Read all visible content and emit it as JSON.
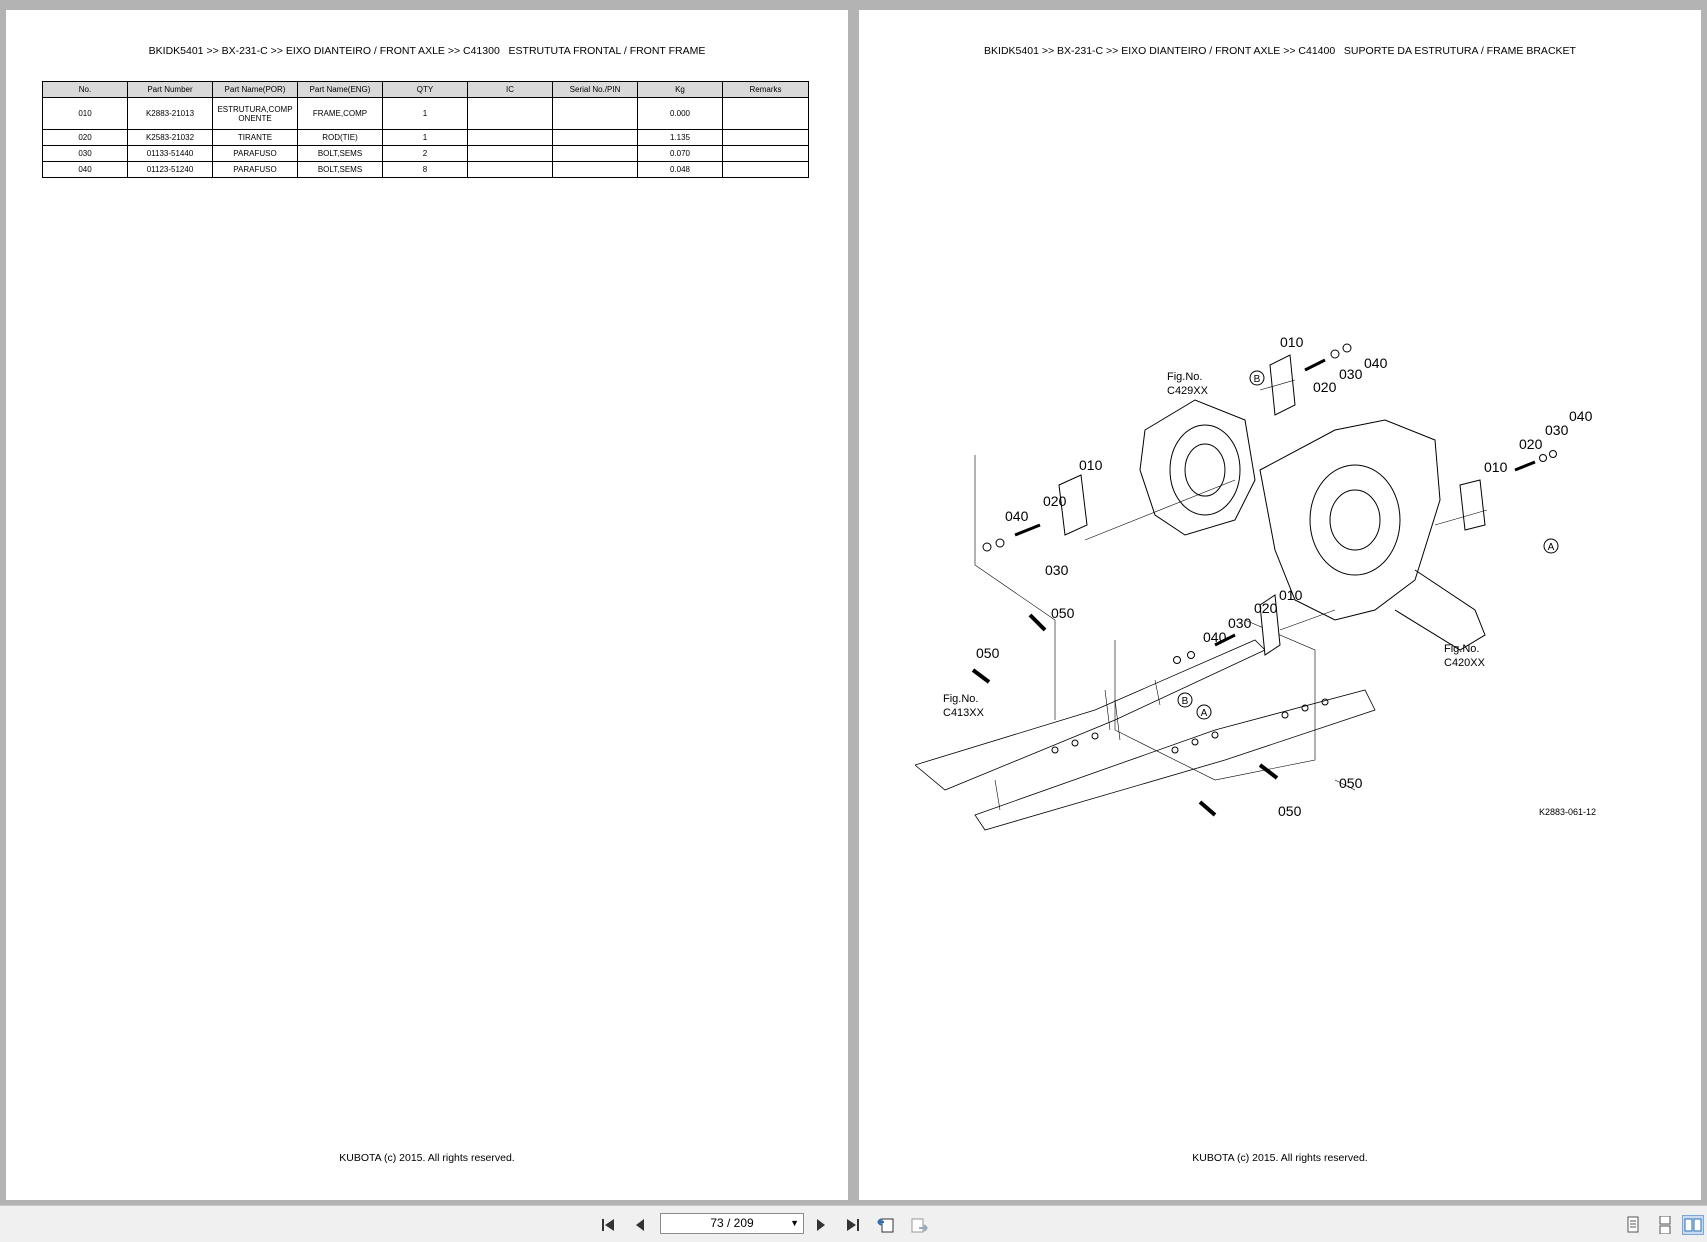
{
  "left_page": {
    "header": "BKIDK5401 >> BX-231-C >> EIXO DIANTEIRO / FRONT AXLE >> C41300   ESTRUTUTA FRONTAL / FRONT FRAME",
    "table": {
      "columns": [
        "No.",
        "Part Number",
        "Part Name(POR)",
        "Part Name(ENG)",
        "QTY",
        "IC",
        "Serial No./PIN",
        "Kg",
        "Remarks"
      ],
      "rows": [
        [
          "010",
          "K2883-21013",
          "ESTRUTURA,COMP ONENTE",
          "FRAME,COMP",
          "1",
          "",
          "",
          "0.000",
          ""
        ],
        [
          "020",
          "K2583-21032",
          "TIRANTE",
          "ROD(TIE)",
          "1",
          "",
          "",
          "1.135",
          ""
        ],
        [
          "030",
          "01133-51440",
          "PARAFUSO",
          "BOLT,SEMS",
          "2",
          "",
          "",
          "0.070",
          ""
        ],
        [
          "040",
          "01123-51240",
          "PARAFUSO",
          "BOLT,SEMS",
          "8",
          "",
          "",
          "0.048",
          ""
        ]
      ]
    },
    "footer": "KUBOTA (c) 2015. All rights reserved."
  },
  "right_page": {
    "header": "BKIDK5401 >> BX-231-C >> EIXO DIANTEIRO / FRONT AXLE >> C41400   SUPORTE DA ESTRUTURA / FRAME BRACKET",
    "diagram": {
      "callouts": {
        "c010a": "010",
        "c040a": "040",
        "c030a": "030",
        "c020a": "020",
        "c040b": "040",
        "c030b": "030",
        "c020b": "020",
        "c010b": "010",
        "c010c": "010",
        "c020c": "020",
        "c040c": "040",
        "c030c": "030",
        "c010d": "010",
        "c020d": "020",
        "c030d": "030",
        "c040d": "040",
        "c050a": "050",
        "c050b": "050",
        "c050c": "050",
        "c050d": "050"
      },
      "fig_label": "Fig.No.",
      "fig_c429": "C429XX",
      "fig_c420": "C420XX",
      "fig_c413": "C413XX",
      "marker_a": "A",
      "marker_b": "B",
      "drawing_code": "K2883-061-12"
    },
    "footer": "KUBOTA (c) 2015. All rights reserved."
  },
  "toolbar": {
    "page_indicator": "73 / 209"
  }
}
